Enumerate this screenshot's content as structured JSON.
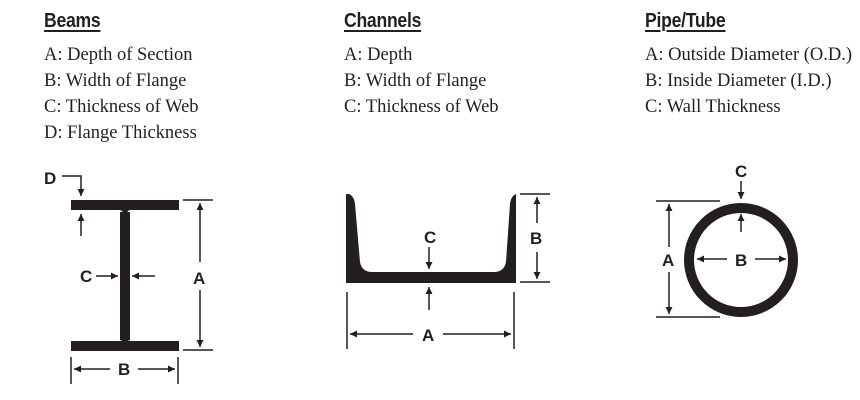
{
  "sections": {
    "beams": {
      "title": "Beams",
      "items": [
        "A: Depth of Section",
        "B: Width of Flange",
        "C: Thickness of Web",
        "D: Flange Thickness"
      ],
      "labels": {
        "a": "A",
        "b": "B",
        "c": "C",
        "d": "D"
      }
    },
    "channels": {
      "title": "Channels",
      "items": [
        "A: Depth",
        "B: Width of Flange",
        "C: Thickness of Web"
      ],
      "labels": {
        "a": "A",
        "b": "B",
        "c": "C"
      }
    },
    "pipe_tube": {
      "title": "Pipe/Tube",
      "items": [
        "A: Outside Diameter (O.D.)",
        "B: Inside Diameter (I.D.)",
        "C: Wall Thickness"
      ],
      "labels": {
        "a": "A",
        "b": "B",
        "c": "C"
      }
    }
  },
  "colors": {
    "ink": "#231f20",
    "background": "#ffffff"
  }
}
